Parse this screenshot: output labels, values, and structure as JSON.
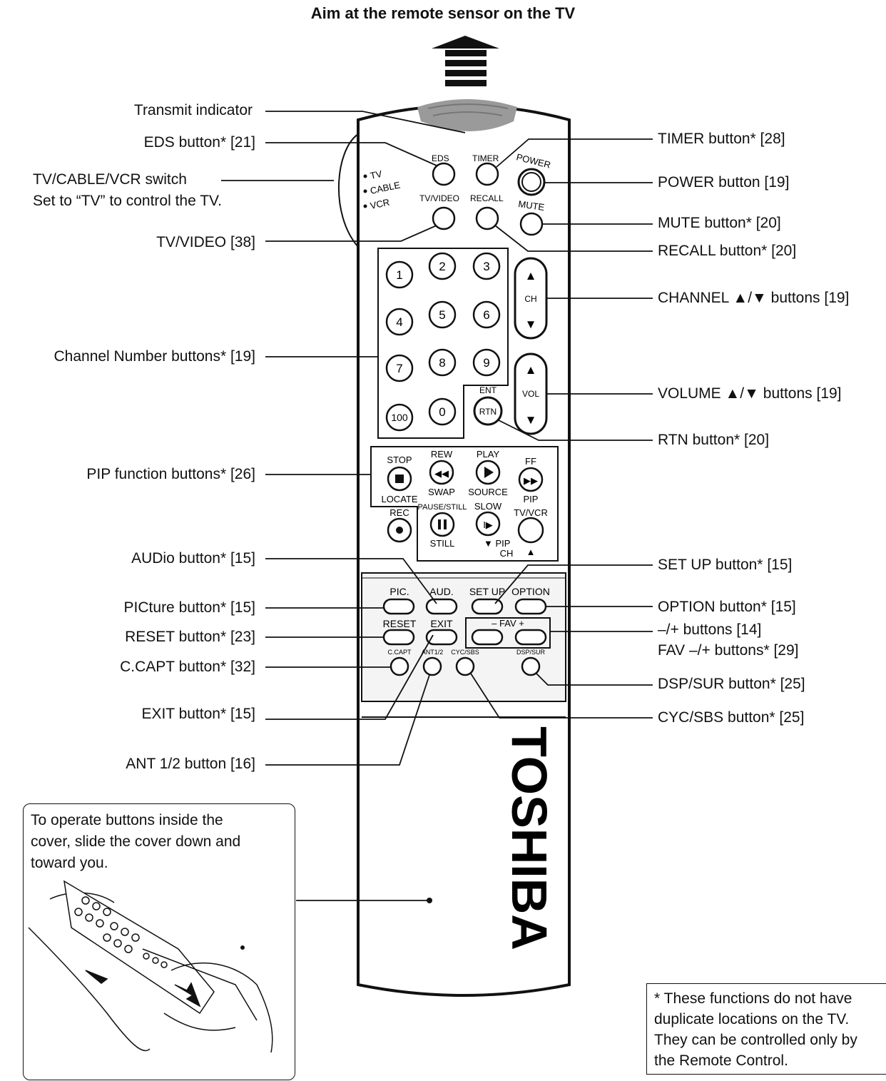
{
  "title": "Aim at the remote sensor on the TV",
  "labels_left": {
    "transmit": "Transmit indicator",
    "eds": "EDS button* [21]",
    "tvcable_line1": "TV/CABLE/VCR switch",
    "tvcable_line2": "Set to “TV” to control the TV.",
    "tvvideo": "TV/VIDEO [38]",
    "channel_number": "Channel Number buttons* [19]",
    "pip": "PIP function buttons* [26]",
    "audio": "AUDio button* [15]",
    "picture": "PICture button* [15]",
    "reset": "RESET button* [23]",
    "ccapt": "C.CAPT button* [32]",
    "exit": "EXIT button* [15]",
    "ant": "ANT 1/2 button [16]"
  },
  "labels_right": {
    "timer": "TIMER button* [28]",
    "power": "POWER button [19]",
    "mute": "MUTE button* [20]",
    "recall": "RECALL button* [20]",
    "channel": "CHANNEL ▲/▼ buttons [19]",
    "volume": "VOLUME ▲/▼ buttons [19]",
    "rtn": "RTN button* [20]",
    "setup": "SET UP button* [15]",
    "option": "OPTION button* [15]",
    "fav_line1": "–/+ buttons [14]",
    "fav_line2": "FAV –/+ buttons* [29]",
    "dspsur": "DSP/SUR button* [25]",
    "cycsbs": "CYC/SBS button* [25]"
  },
  "cover_note": "To operate buttons inside the\ncover, slide the cover down and\ntoward you.",
  "footnote": "* These functions do not have\n  duplicate locations on the TV.\n  They can be controlled only by\n  the Remote Control.",
  "remote": {
    "brand": "TOSHIBA",
    "switch_positions": [
      "TV",
      "CABLE",
      "VCR"
    ],
    "top_buttons": {
      "eds": "EDS",
      "timer": "TIMER",
      "power": "POWER",
      "tvvideo": "TV/VIDEO",
      "recall": "RECALL",
      "mute": "MUTE"
    },
    "digits": [
      "1",
      "2",
      "3",
      "4",
      "5",
      "6",
      "7",
      "8",
      "9",
      "100",
      "0"
    ],
    "rtn": {
      "top": "ENT",
      "label": "RTN"
    },
    "rockers": {
      "ch": "CH",
      "vol": "VOL",
      "up": "▲",
      "down": "▼"
    },
    "transport": {
      "stop": "STOP",
      "rew": "REW",
      "play": "PLAY",
      "ff": "FF",
      "locate": "LOCATE",
      "swap": "SWAP",
      "source": "SOURCE",
      "pip": "PIP",
      "rec": "REC",
      "pause": "PAUSE/STILL",
      "slow": "SLOW",
      "tvvcr": "TV/VCR",
      "still": "STILL",
      "pip_ch_down": "▼ PIP",
      "pip_ch": "CH",
      "pip_ch_up": "▲"
    },
    "menu_buttons": {
      "pic": "PIC.",
      "aud": "AUD.",
      "setup": "SET UP",
      "option": "OPTION",
      "reset": "RESET",
      "exit": "EXIT",
      "fav": "–  FAV  +",
      "ccapt": "C.CAPT",
      "ant": "ANT1/2",
      "cycsbs": "CYC/SBS",
      "dspsur": "DSP/SUR"
    }
  },
  "colors": {
    "line": "#111111",
    "remote_fill": "#ffffff",
    "sensor": "#9a9a9a"
  }
}
